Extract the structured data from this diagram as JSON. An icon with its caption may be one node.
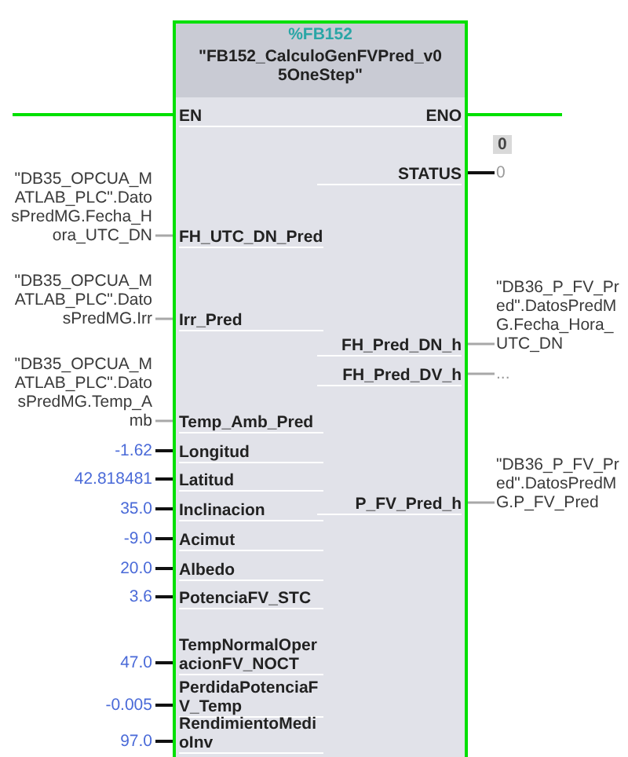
{
  "diagram": {
    "nodes": [
      {
        "text": [
          "%FB152",
          "\"FB152_CalculoGenFVPred_v05OneStep\""
        ]
      },
      {
        "text": [
          "EN"
        ],
        "in": 0
      },
      {
        "text": [
          "ENO"
        ],
        "in": 0
      },
      {
        "text": [
          "STATUS"
        ],
        "in": 0
      },
      {
        "text": [
          "FH_UTC_DN_Pred"
        ],
        "in": 0
      },
      {
        "text": [
          "Irr_Pred"
        ],
        "in": 0
      },
      {
        "text": [
          "FH_Pred_DN_h"
        ],
        "in": 0
      },
      {
        "text": [
          "FH_Pred_DV_h"
        ],
        "in": 0
      },
      {
        "text": [
          "Temp_Amb_Pred"
        ],
        "in": 0
      },
      {
        "text": [
          "P_FV_Pred_h"
        ],
        "in": 0
      },
      {
        "text": [
          "Longitud"
        ],
        "in": 0
      },
      {
        "text": [
          "Latitud"
        ],
        "in": 0
      },
      {
        "text": [
          "Inclinacion"
        ],
        "in": 0
      },
      {
        "text": [
          "Acimut"
        ],
        "in": 0
      },
      {
        "text": [
          "Albedo"
        ],
        "in": 0
      },
      {
        "text": [
          "PotenciaFV_STC"
        ],
        "in": 0
      },
      {
        "text": [
          "TempNormalOperacionFV_NOCT"
        ],
        "in": 0
      },
      {
        "text": [
          "PerdidaPotenciaFV_Temp"
        ],
        "in": 0
      },
      {
        "text": [
          "RendimientoMedioInv"
        ],
        "in": 0
      },
      {
        "text": [
          "0"
        ]
      },
      {
        "text": [
          "\"DB35_OPCUA_MATLAB_PLC\".DatosPredMG.Fecha_Hora_UTC_DN"
        ]
      },
      {
        "text": [
          "\"DB35_OPCUA_MATLAB_PLC\".DatosPredMG.Irr"
        ]
      },
      {
        "text": [
          "\"DB36_P_FV_Pred\".DatosPredMG.Fecha_Hora_UTC_DN"
        ]
      },
      {
        "text": [
          "..."
        ]
      },
      {
        "text": [
          "\"DB35_OPCUA_MATLAB_PLC\".DatosPredMG.Temp_Amb"
        ]
      },
      {
        "text": [
          "\"DB36_P_FV_Pred\".DatosPredMG.P_FV_Pred"
        ]
      },
      {
        "text": [
          "-1.62"
        ]
      },
      {
        "text": [
          "42.818481"
        ]
      },
      {
        "text": [
          "35.0"
        ]
      },
      {
        "text": [
          "-9.0"
        ]
      },
      {
        "text": [
          "20.0"
        ]
      },
      {
        "text": [
          "3.6"
        ]
      },
      {
        "text": [
          "47.0"
        ]
      },
      {
        "text": [
          "-0.005"
        ]
      },
      {
        "text": [
          "97.0"
        ]
      }
    ],
    "edges": [
      {
        "from": null,
        "to": 1,
        "arrow": "none",
        "color": "#00e000"
      },
      {
        "from": 2,
        "to": null,
        "arrow": "none",
        "color": "#00e000"
      },
      {
        "from": 3,
        "to": 19,
        "arrow": "none"
      },
      {
        "from": 20,
        "to": 4,
        "arrow": "none",
        "color": "#a8a8a8"
      },
      {
        "from": 21,
        "to": 5,
        "arrow": "none",
        "color": "#a8a8a8"
      },
      {
        "from": 6,
        "to": 22,
        "arrow": "none",
        "color": "#a8a8a8"
      },
      {
        "from": 7,
        "to": 23,
        "arrow": "none",
        "color": "#a8a8a8"
      },
      {
        "from": 24,
        "to": 8,
        "arrow": "none",
        "color": "#a8a8a8"
      },
      {
        "from": 9,
        "to": 25,
        "arrow": "none",
        "color": "#a8a8a8"
      },
      {
        "from": 26,
        "to": 10,
        "arrow": "none"
      },
      {
        "from": 27,
        "to": 11,
        "arrow": "none"
      },
      {
        "from": 28,
        "to": 12,
        "arrow": "none"
      },
      {
        "from": 29,
        "to": 13,
        "arrow": "none"
      },
      {
        "from": 30,
        "to": 14,
        "arrow": "none"
      },
      {
        "from": 31,
        "to": 15,
        "arrow": "none"
      },
      {
        "from": 32,
        "to": 16,
        "arrow": "none"
      },
      {
        "from": 33,
        "to": 17,
        "arrow": "none"
      },
      {
        "from": 34,
        "to": 18,
        "arrow": "none"
      }
    ],
    "labels": [
      "0"
    ]
  }
}
